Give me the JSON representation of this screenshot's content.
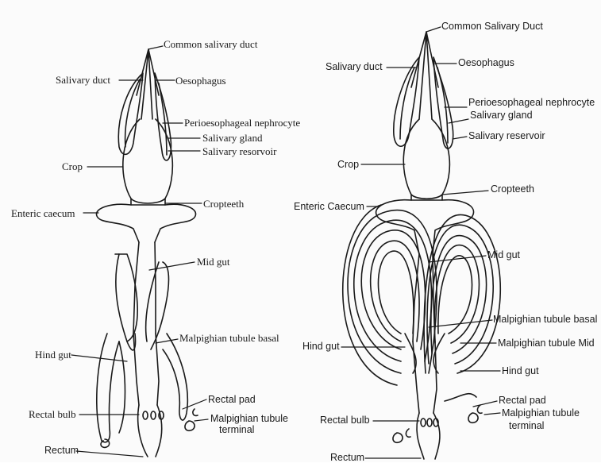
{
  "left_diagram": {
    "common_salivary_duct": "Common salivary duct",
    "salivary_duct": "Salivary duct",
    "oesophagus": "Oesophagus",
    "perioesophageal_nephrocyte": "Perioesophageal nephrocyte",
    "salivary_gland": "Salivary gland",
    "salivary_resorvoir": "Salivary resorvoir",
    "crop": "Crop",
    "cropteeth": "Cropteeth",
    "enteric_caecum": "Enteric caecum",
    "mid_gut": "Mid gut",
    "hind_gut": "Hind gut",
    "malpighian_tubule_basal": "Malpighian tubule basal",
    "rectal_pad": "Rectal pad",
    "rectal_bulb": "Rectal bulb",
    "malpighian_tubule_terminal_1": "Malpighian tubule",
    "malpighian_tubule_terminal_2": "terminal",
    "rectum": "Rectum"
  },
  "right_diagram": {
    "common_salivary_duct": "Common Salivary Duct",
    "salivary_duct": "Salivary duct",
    "oesophagus": "Oesophagus",
    "perioesophageal_nephrocyte": "Perioesophageal nephrocyte",
    "salivary_gland": "Salivary gland",
    "salivary_reservoir": "Salivary reservoir",
    "crop": "Crop",
    "cropteeth": "Cropteeth",
    "enteric_caecum": "Enteric Caecum",
    "mid_gut": "Mid gut",
    "malpighian_tubule_basal": "Malpighian tubule basal",
    "hind_gut_left": "Hind gut",
    "malpighian_tubule_mid": "Malpighian tubule Mid",
    "hind_gut_right": "Hind gut",
    "rectal_pad": "Rectal pad",
    "malpighian_tubule_terminal_1": "Malpighian tubule",
    "malpighian_tubule_terminal_2": "terminal",
    "rectal_bulb": "Rectal bulb",
    "rectum": "Rectum"
  },
  "colors": {
    "ink": "#1a1a1a",
    "paper": "#fbfbfb"
  }
}
